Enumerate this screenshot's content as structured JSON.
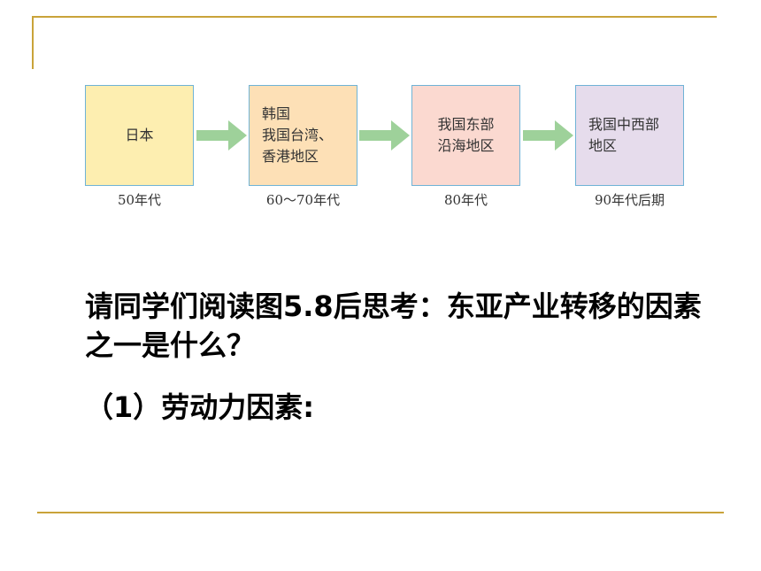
{
  "colors": {
    "rule": "#c9a33a",
    "box_border": "#6fb3d6",
    "arrow": "#9ed19a",
    "box_fills": [
      "#fdeeb0",
      "#fde0b6",
      "#fbd9d0",
      "#e6dcec"
    ]
  },
  "flow": {
    "stages": [
      {
        "lines": [
          "日本"
        ],
        "era": "50年代"
      },
      {
        "lines": [
          "韩国",
          "我国台湾、",
          "香港地区"
        ],
        "era": "60～70年代"
      },
      {
        "lines": [
          "我国东部",
          "沿海地区"
        ],
        "era": "80年代"
      },
      {
        "lines": [
          "我国中西部",
          "地区"
        ],
        "era": "90年代后期"
      }
    ]
  },
  "question": "请同学们阅读图5.8后思考：东亚产业转移的因素之一是什么？",
  "sub_point": "（1）劳动力因素:"
}
